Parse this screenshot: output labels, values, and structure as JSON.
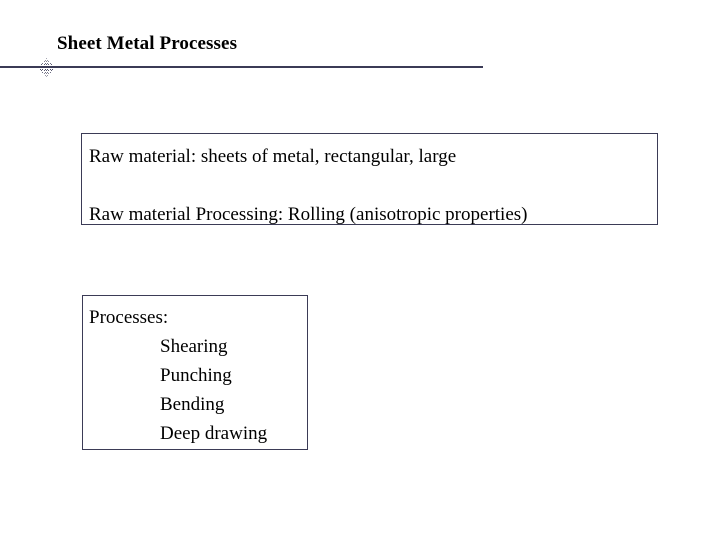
{
  "slide": {
    "title": "Sheet Metal Processes",
    "accent_color": "#3b3b56",
    "background_color": "#ffffff",
    "text_color": "#000000"
  },
  "ornament": {
    "name": "diamond-dot-ornament"
  },
  "boxes": [
    {
      "name": "raw-material-box",
      "lines": [
        "Raw material: sheets of metal, rectangular, large",
        "",
        "Raw material Processing: Rolling (anisotropic properties)"
      ]
    },
    {
      "name": "processes-box",
      "heading": "Processes:",
      "items": [
        "Shearing",
        "Punching",
        "Bending",
        "Deep drawing"
      ]
    }
  ]
}
